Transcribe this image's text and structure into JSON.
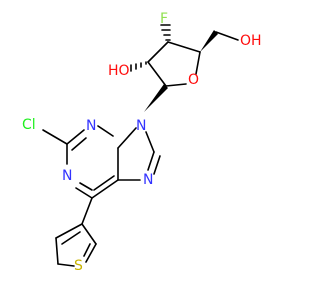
{
  "molecule": {
    "atom_labels": {
      "cl": "Cl",
      "n1": "N",
      "n3": "N",
      "n7": "N",
      "n9": "N",
      "o_ring": "O",
      "oh_ring": "HO",
      "f": "F",
      "oh_methyl": "OH",
      "s": "S"
    },
    "colors": {
      "bond": "#000000",
      "nitrogen": "#3333ff",
      "oxygen": "#ff0d0d",
      "fluorine": "#90e050",
      "chlorine": "#1ff01f",
      "sulfur": "#c8b400"
    }
  }
}
